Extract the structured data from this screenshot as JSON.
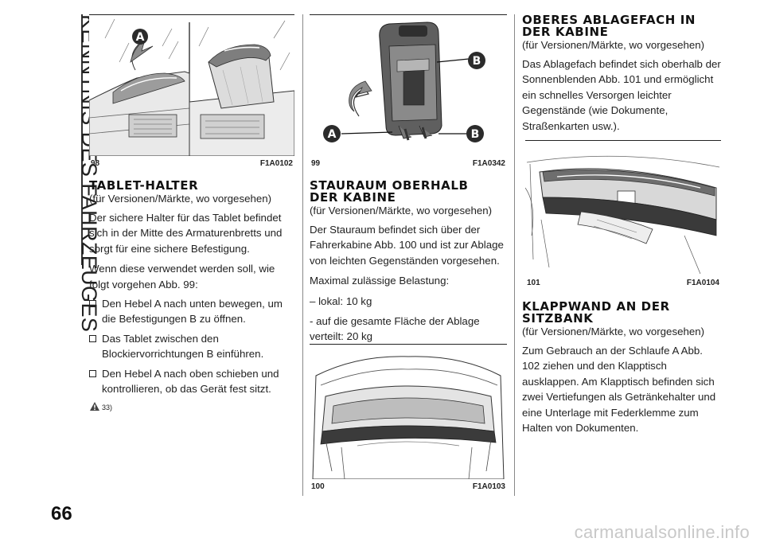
{
  "side_title": "KENNTNIS DES FAHRZEUGES",
  "page_number": "66",
  "watermark": "carmanualsonline.info",
  "figures": {
    "f98": {
      "num": "98",
      "code": "F1A0102",
      "marker_a": "A"
    },
    "f99": {
      "num": "99",
      "code": "F1A0342",
      "marker_a": "A",
      "marker_b1": "B",
      "marker_b2": "B"
    },
    "f100": {
      "num": "100",
      "code": "F1A0103"
    },
    "f101": {
      "num": "101",
      "code": "F1A0104"
    }
  },
  "col1": {
    "heading": "TABLET-HALTER",
    "sub": "(für Versionen/Märkte, wo vorgesehen)",
    "p1": "Der sichere Halter für das Tablet befindet sich in der Mitte des Armaturenbretts und sorgt für eine sichere Befestigung.",
    "p2": "Wenn diese verwendet werden soll, wie folgt vorgehen Abb. 99:",
    "steps": [
      "Den Hebel A nach unten bewegen, um die Befestigungen B zu öffnen.",
      "Das Tablet zwischen den Blockiervorrichtungen B einführen.",
      "Den Hebel A nach oben schieben und kontrollieren, ob das Gerät fest sitzt."
    ],
    "warning_ref": "33)"
  },
  "col2": {
    "heading_l1": "STAURAUM OBERHALB",
    "heading_l2": "DER KABINE",
    "sub": "(für Versionen/Märkte, wo vorgesehen)",
    "p1": "Der Stauraum befindet sich über der Fahrerkabine Abb. 100 und ist zur Ablage von leichten Gegenständen vorgesehen.",
    "p2": "Maximal zulässige Belastung:",
    "p3": "– lokal: 10 kg",
    "p4": "- auf die gesamte Fläche der Ablage verteilt: 20 kg"
  },
  "col3": {
    "heading1_l1": "OBERES ABLAGEFACH IN",
    "heading1_l2": "DER KABINE",
    "sub1": "(für Versionen/Märkte, wo vorgesehen)",
    "p1": "Das Ablagefach befindet sich oberhalb der Sonnenblenden Abb. 101 und ermöglicht ein schnelles Versorgen leichter Gegenstände (wie Dokumente, Straßenkarten usw.).",
    "heading2_l1": "KLAPPWAND AN DER",
    "heading2_l2": "SITZBANK",
    "sub2": "(für Versionen/Märkte, wo vorgesehen)",
    "p2": "Zum Gebrauch an der Schlaufe A Abb. 102 ziehen und den Klapptisch ausklappen. Am Klapptisch befinden sich zwei Vertiefungen als Getränkehalter und eine Unterlage mit Federklemme zum Halten von Dokumenten."
  }
}
